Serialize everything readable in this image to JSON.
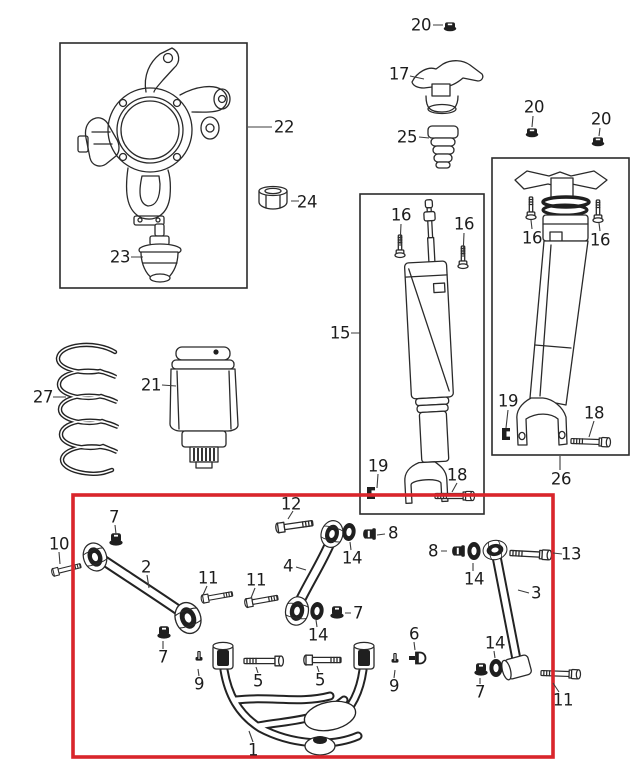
{
  "diagram": {
    "kind": "exploded-parts-diagram",
    "highlight_color": "#d9252b",
    "ink_color": "#2a2a2a",
    "background_color": "#ffffff"
  },
  "part_labels": {
    "p1": "1",
    "p2": "2",
    "p3": "3",
    "p4": "4",
    "p5": "5",
    "p6": "6",
    "p7": "7",
    "p8": "8",
    "p9": "9",
    "p10": "10",
    "p11": "11",
    "p12": "12",
    "p13": "13",
    "p14": "14",
    "p15": "15",
    "p16": "16",
    "p17": "17",
    "p18": "18",
    "p19": "19",
    "p20": "20",
    "p21": "21",
    "p22": "22",
    "p23": "23",
    "p24": "24",
    "p25": "25",
    "p26": "26",
    "p27": "27"
  }
}
